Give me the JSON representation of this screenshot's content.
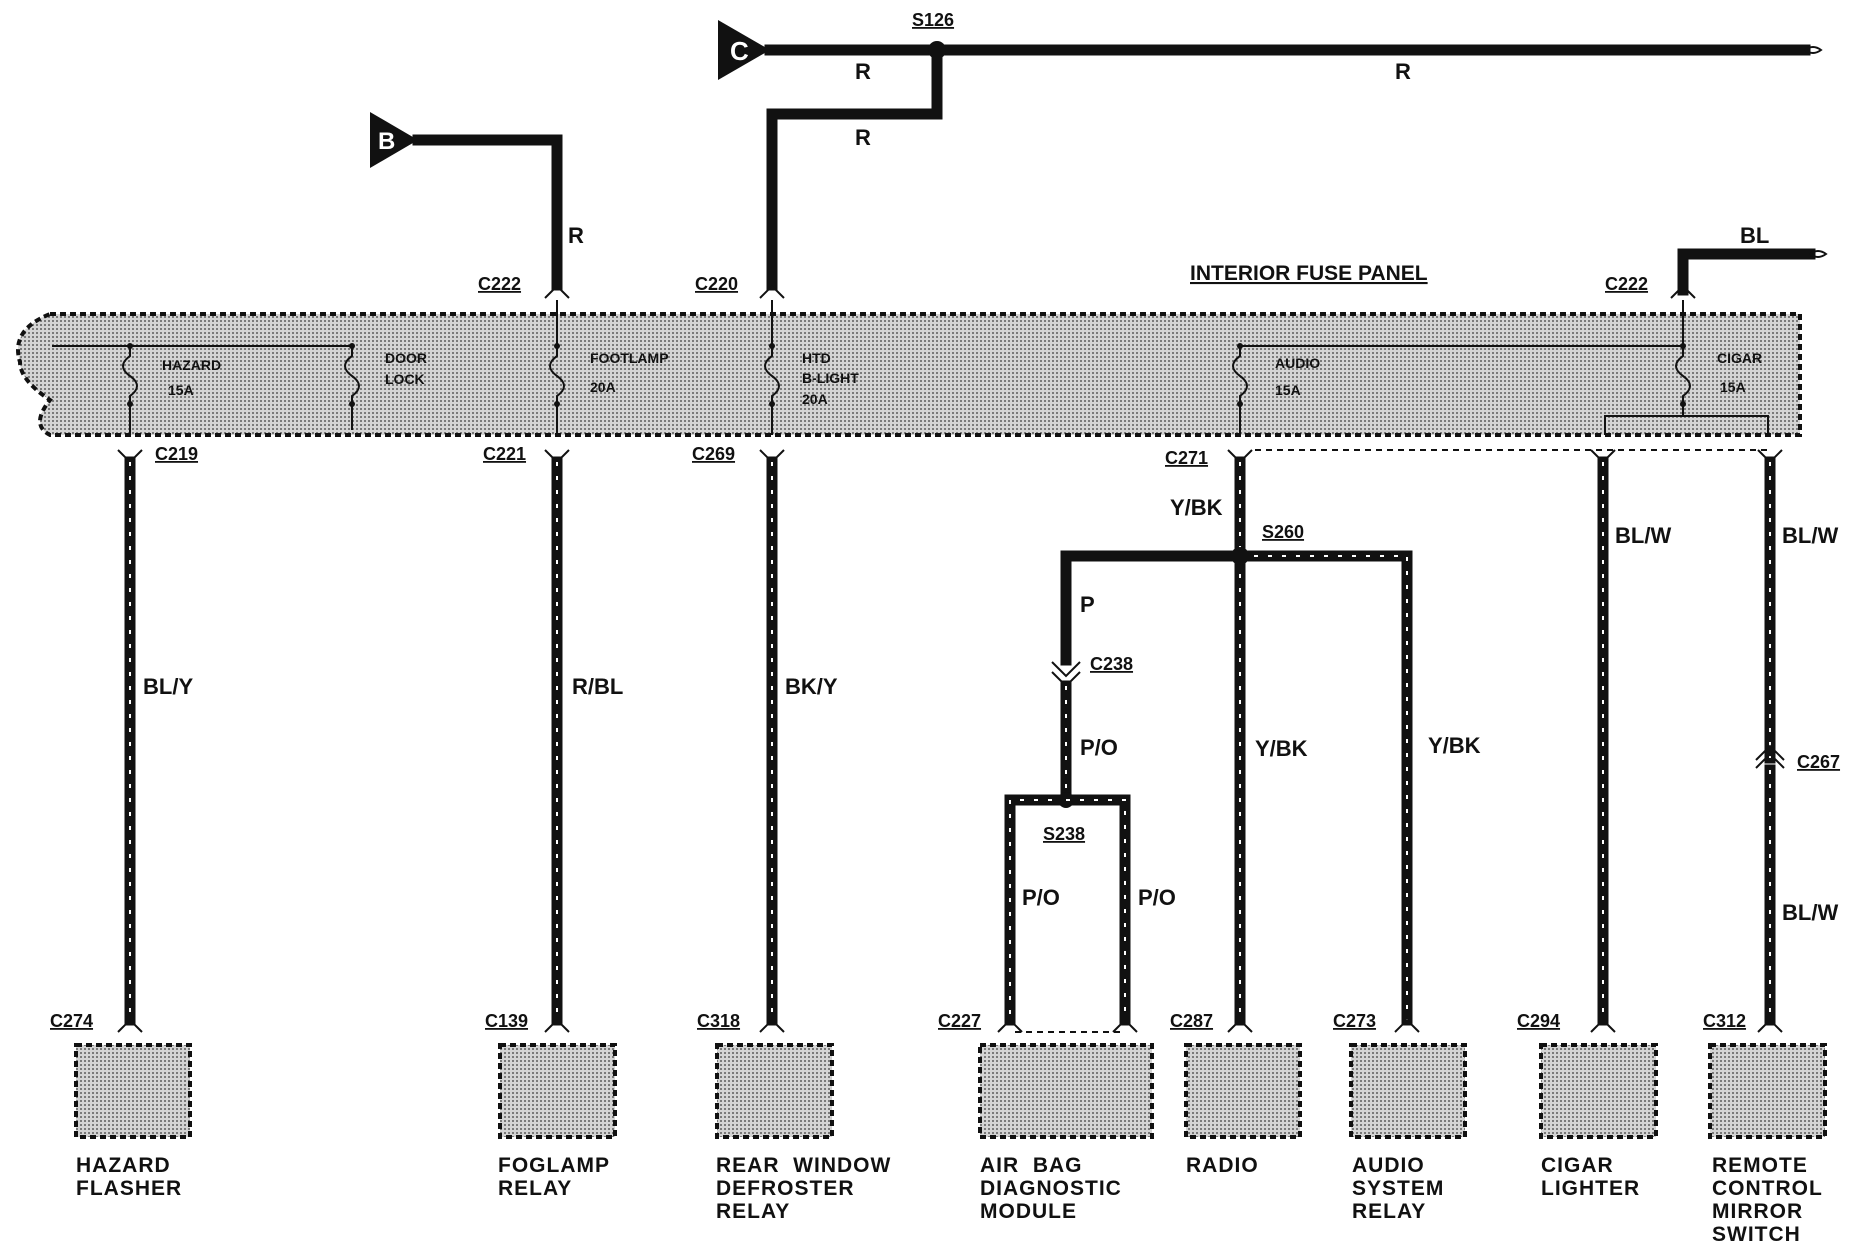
{
  "diagram": {
    "fuse_panel_title": "INTERIOR FUSE PANEL",
    "sources": {
      "c_label": "C",
      "b_label": "B",
      "splice_s126": "S126",
      "r_label": "R",
      "bl_label": "BL"
    },
    "top_connectors": {
      "c222_left": "C222",
      "c220": "C220",
      "c222_right": "C222"
    },
    "fuses": {
      "hazard": [
        "HAZARD",
        "15A"
      ],
      "door_lock": [
        "DOOR",
        "LOCK"
      ],
      "footlamp": [
        "FOOTLAMP",
        "20A"
      ],
      "htd_b_light": [
        "HTD",
        "B-LIGHT",
        "20A"
      ],
      "audio": [
        "AUDIO",
        "15A"
      ],
      "cigar": [
        "CIGAR",
        "15A"
      ]
    },
    "bottom_panel_connectors": {
      "c219": "C219",
      "c221": "C221",
      "c269": "C269",
      "c271": "C271"
    },
    "wires": {
      "bl_y": "BL/Y",
      "r_bl": "R/BL",
      "bk_y": "BK/Y",
      "y_bk": "Y/BK",
      "p": "P",
      "p_o": "P/O",
      "bl_w": "BL/W"
    },
    "splices": {
      "s260": "S260",
      "s238": "S238"
    },
    "inline_connectors": {
      "c238": "C238",
      "c267": "C267"
    },
    "components": [
      {
        "connector": "C274",
        "name": [
          "HAZARD",
          "FLASHER"
        ]
      },
      {
        "connector": "C139",
        "name": [
          "FOGLAMP",
          "RELAY"
        ]
      },
      {
        "connector": "C318",
        "name": [
          "REAR  WINDOW",
          "DEFROSTER",
          "RELAY"
        ]
      },
      {
        "connector": "C227",
        "name": [
          "AIR  BAG",
          "DIAGNOSTIC",
          "MODULE"
        ]
      },
      {
        "connector": "C287",
        "name": [
          "RADIO"
        ]
      },
      {
        "connector": "C273",
        "name": [
          "AUDIO",
          "SYSTEM",
          "RELAY"
        ]
      },
      {
        "connector": "C294",
        "name": [
          "CIGAR",
          "LIGHTER"
        ]
      },
      {
        "connector": "C312",
        "name": [
          "REMOTE",
          "CONTROL",
          "MIRROR",
          "SWITCH"
        ]
      }
    ]
  },
  "colors": {
    "ink": "#111111",
    "panel_fill": "#bdbdbd",
    "background": "#ffffff"
  }
}
